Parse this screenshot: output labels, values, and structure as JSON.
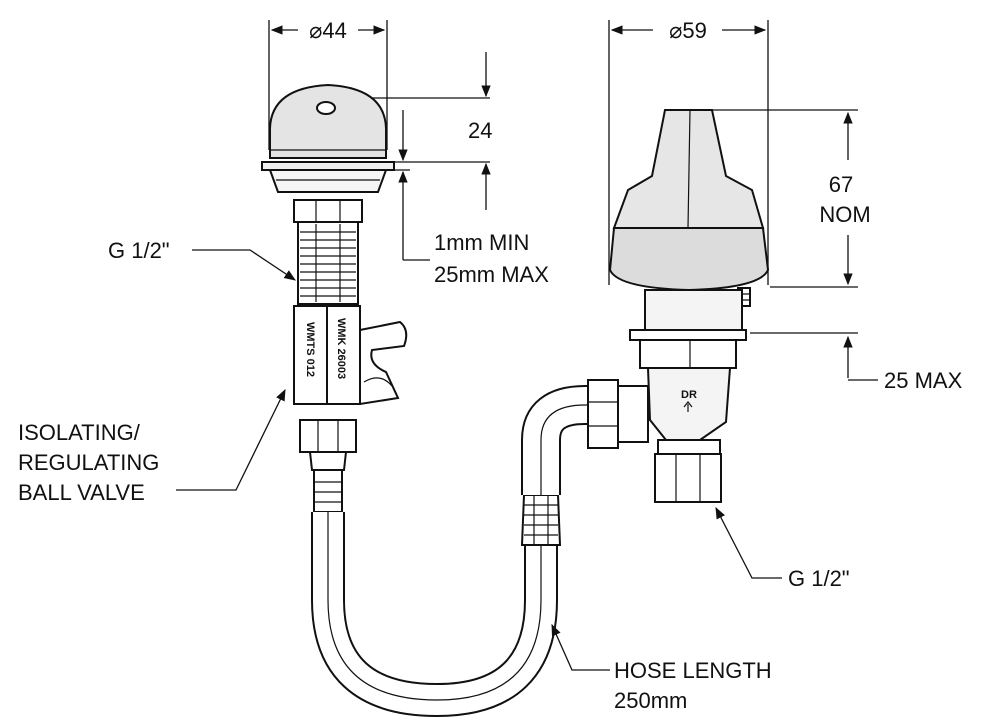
{
  "labels": {
    "dia_left": "⌀44",
    "dia_right": "⌀59",
    "height_24": "24",
    "height_67_line1": "67",
    "height_67_line2": "NOM",
    "panel_line1": "1mm MIN",
    "panel_line2": "25mm MAX",
    "thread_left": "G 1/2\"",
    "valve_line1": "ISOLATING/",
    "valve_line2": "REGULATING",
    "valve_line3": "BALL VALVE",
    "max_25": "25 MAX",
    "thread_right": "G 1/2\"",
    "hose_line1": "HOSE LENGTH",
    "hose_line2": "250mm"
  },
  "part_marks": {
    "valve_code_1": "WMK 26003",
    "valve_code_2": "WMTS 012",
    "valve_dr": "DR"
  },
  "colors": {
    "dome": "#e4e4e4",
    "cap": "#dcdcdc",
    "body": "#f4f4f4"
  }
}
